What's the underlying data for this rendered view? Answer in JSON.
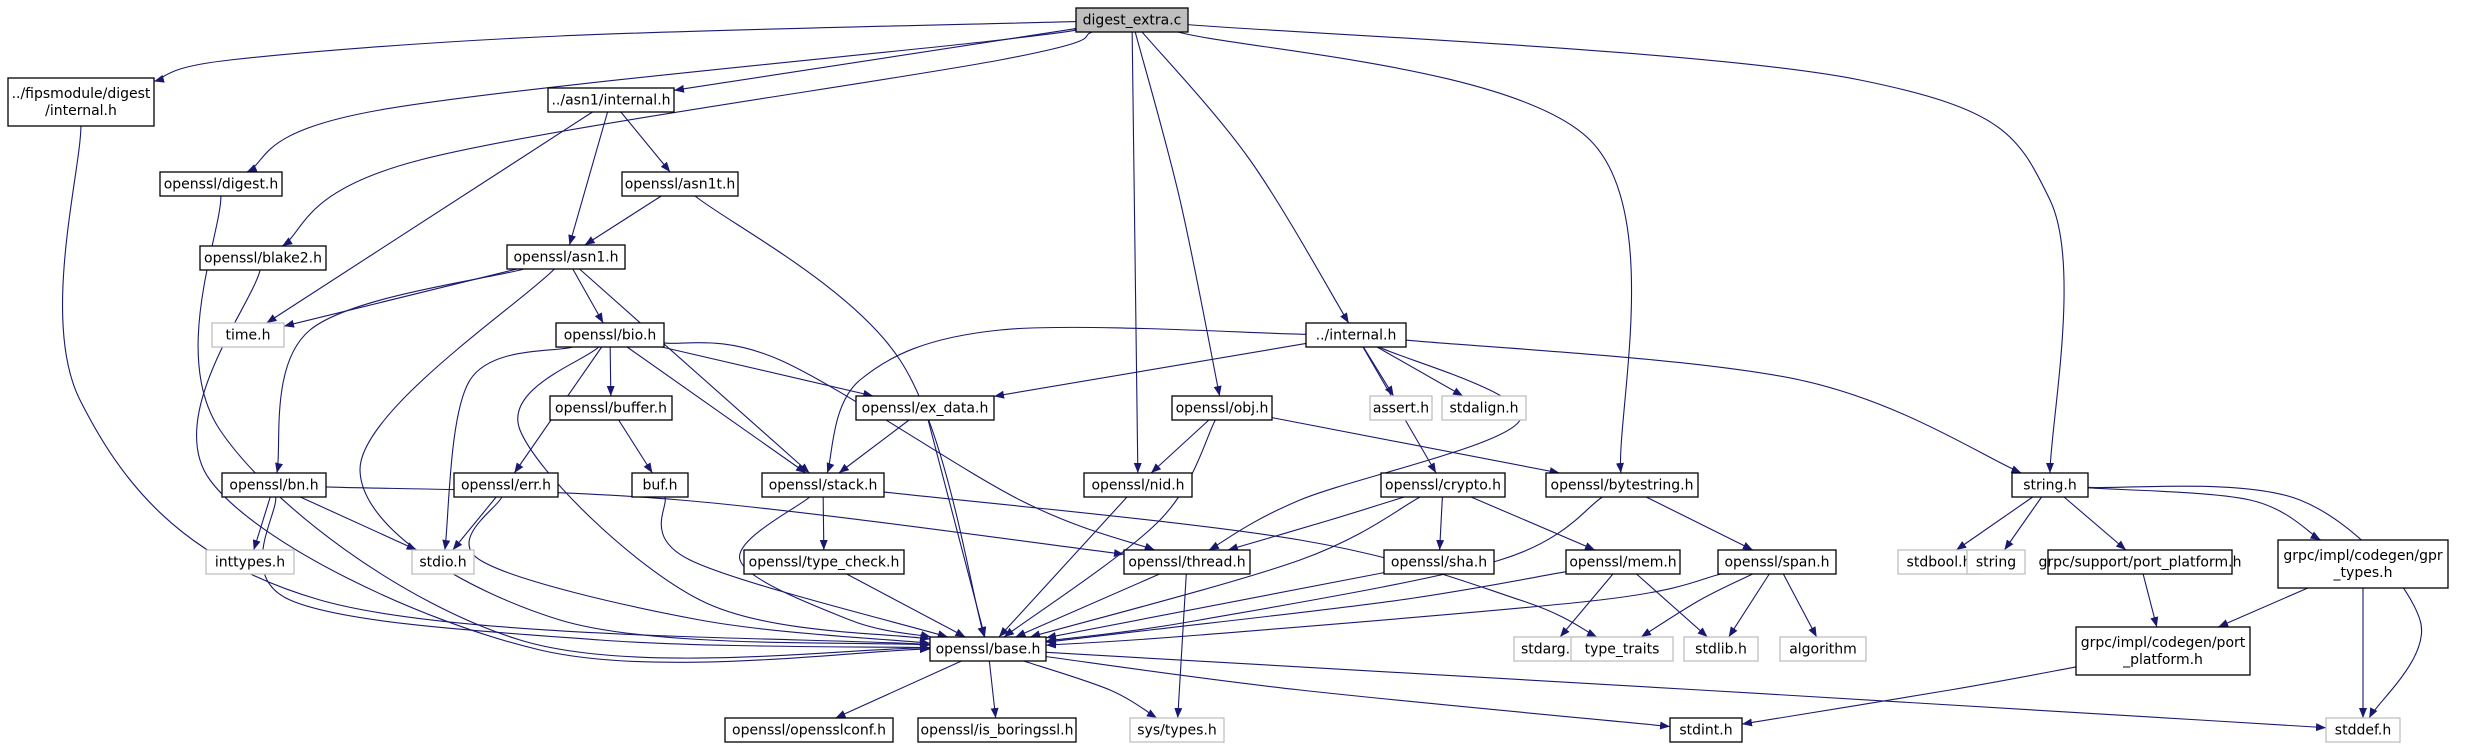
{
  "diagram": {
    "colors": {
      "edge": "#191970",
      "node_border": "#000000",
      "external_border": "#c0c0c0",
      "root_fill": "#bfbfbf",
      "node_fill": "#ffffff",
      "text": "#000000"
    },
    "nodes": [
      {
        "id": "root",
        "lines": [
          "digest_extra.c"
        ],
        "kind": "root"
      },
      {
        "id": "fips",
        "lines": [
          "../fipsmodule/digest",
          "/internal.h"
        ],
        "kind": "normal"
      },
      {
        "id": "asn1int",
        "lines": [
          "../asn1/internal.h"
        ],
        "kind": "normal"
      },
      {
        "id": "digest",
        "lines": [
          "openssl/digest.h"
        ],
        "kind": "normal"
      },
      {
        "id": "blake2",
        "lines": [
          "openssl/blake2.h"
        ],
        "kind": "normal"
      },
      {
        "id": "asn1t",
        "lines": [
          "openssl/asn1t.h"
        ],
        "kind": "normal"
      },
      {
        "id": "asn1",
        "lines": [
          "openssl/asn1.h"
        ],
        "kind": "normal"
      },
      {
        "id": "time",
        "lines": [
          "time.h"
        ],
        "kind": "external"
      },
      {
        "id": "bio",
        "lines": [
          "openssl/bio.h"
        ],
        "kind": "normal"
      },
      {
        "id": "internal",
        "lines": [
          "../internal.h"
        ],
        "kind": "normal"
      },
      {
        "id": "assert",
        "lines": [
          "assert.h"
        ],
        "kind": "external"
      },
      {
        "id": "stdalign",
        "lines": [
          "stdalign.h"
        ],
        "kind": "external"
      },
      {
        "id": "obj",
        "lines": [
          "openssl/obj.h"
        ],
        "kind": "normal"
      },
      {
        "id": "buffer",
        "lines": [
          "openssl/buffer.h"
        ],
        "kind": "normal"
      },
      {
        "id": "exdata",
        "lines": [
          "openssl/ex_data.h"
        ],
        "kind": "normal"
      },
      {
        "id": "bn",
        "lines": [
          "openssl/bn.h"
        ],
        "kind": "normal"
      },
      {
        "id": "err",
        "lines": [
          "openssl/err.h"
        ],
        "kind": "normal"
      },
      {
        "id": "buf",
        "lines": [
          "buf.h"
        ],
        "kind": "normal"
      },
      {
        "id": "stack",
        "lines": [
          "openssl/stack.h"
        ],
        "kind": "normal"
      },
      {
        "id": "nid",
        "lines": [
          "openssl/nid.h"
        ],
        "kind": "normal"
      },
      {
        "id": "crypto",
        "lines": [
          "openssl/crypto.h"
        ],
        "kind": "normal"
      },
      {
        "id": "bytestring",
        "lines": [
          "openssl/bytestring.h"
        ],
        "kind": "normal"
      },
      {
        "id": "string",
        "lines": [
          "string.h"
        ],
        "kind": "normal"
      },
      {
        "id": "inttypes",
        "lines": [
          "inttypes.h"
        ],
        "kind": "external"
      },
      {
        "id": "stdio",
        "lines": [
          "stdio.h"
        ],
        "kind": "external"
      },
      {
        "id": "typecheck",
        "lines": [
          "openssl/type_check.h"
        ],
        "kind": "normal"
      },
      {
        "id": "thread",
        "lines": [
          "openssl/thread.h"
        ],
        "kind": "normal"
      },
      {
        "id": "sha",
        "lines": [
          "openssl/sha.h"
        ],
        "kind": "normal"
      },
      {
        "id": "mem",
        "lines": [
          "openssl/mem.h"
        ],
        "kind": "normal"
      },
      {
        "id": "span",
        "lines": [
          "openssl/span.h"
        ],
        "kind": "normal"
      },
      {
        "id": "stdbool",
        "lines": [
          "stdbool.h"
        ],
        "kind": "external"
      },
      {
        "id": "stringx",
        "lines": [
          "string"
        ],
        "kind": "external"
      },
      {
        "id": "portplat",
        "lines": [
          "grpc/support/port_platform.h"
        ],
        "kind": "normal"
      },
      {
        "id": "gprtypes",
        "lines": [
          "grpc/impl/codegen/gpr",
          "_types.h"
        ],
        "kind": "normal"
      },
      {
        "id": "base",
        "lines": [
          "openssl/base.h"
        ],
        "kind": "normal"
      },
      {
        "id": "stdarg",
        "lines": [
          "stdarg.h"
        ],
        "kind": "external"
      },
      {
        "id": "typetraits",
        "lines": [
          "type_traits"
        ],
        "kind": "external"
      },
      {
        "id": "stdlib",
        "lines": [
          "stdlib.h"
        ],
        "kind": "external"
      },
      {
        "id": "algorithm",
        "lines": [
          "algorithm"
        ],
        "kind": "external"
      },
      {
        "id": "codegenport",
        "lines": [
          "grpc/impl/codegen/port",
          "_platform.h"
        ],
        "kind": "normal"
      },
      {
        "id": "opensslconf",
        "lines": [
          "openssl/opensslconf.h"
        ],
        "kind": "normal"
      },
      {
        "id": "isboring",
        "lines": [
          "openssl/is_boringssl.h"
        ],
        "kind": "normal"
      },
      {
        "id": "systypes",
        "lines": [
          "sys/types.h"
        ],
        "kind": "external"
      },
      {
        "id": "stdint",
        "lines": [
          "stdint.h"
        ],
        "kind": "normal"
      },
      {
        "id": "stddef",
        "lines": [
          "stddef.h"
        ],
        "kind": "external"
      }
    ],
    "edges": [
      [
        "root",
        "fips"
      ],
      [
        "root",
        "asn1int"
      ],
      [
        "root",
        "digest"
      ],
      [
        "root",
        "blake2"
      ],
      [
        "root",
        "nid"
      ],
      [
        "root",
        "obj"
      ],
      [
        "root",
        "internal"
      ],
      [
        "root",
        "bytestring"
      ],
      [
        "root",
        "string"
      ],
      [
        "fips",
        "base"
      ],
      [
        "asn1int",
        "time"
      ],
      [
        "asn1int",
        "asn1"
      ],
      [
        "asn1int",
        "asn1t"
      ],
      [
        "digest",
        "base"
      ],
      [
        "blake2",
        "base"
      ],
      [
        "asn1t",
        "asn1"
      ],
      [
        "asn1t",
        "base"
      ],
      [
        "asn1",
        "time"
      ],
      [
        "asn1",
        "bio"
      ],
      [
        "asn1",
        "bn"
      ],
      [
        "asn1",
        "stack"
      ],
      [
        "asn1",
        "base"
      ],
      [
        "bio",
        "buffer"
      ],
      [
        "bio",
        "err"
      ],
      [
        "bio",
        "exdata"
      ],
      [
        "bio",
        "stack"
      ],
      [
        "bio",
        "thread"
      ],
      [
        "bio",
        "stdio"
      ],
      [
        "bio",
        "base"
      ],
      [
        "internal",
        "assert"
      ],
      [
        "internal",
        "stdalign"
      ],
      [
        "internal",
        "crypto"
      ],
      [
        "internal",
        "exdata"
      ],
      [
        "internal",
        "stack"
      ],
      [
        "internal",
        "thread"
      ],
      [
        "internal",
        "string"
      ],
      [
        "obj",
        "nid"
      ],
      [
        "obj",
        "bytestring"
      ],
      [
        "obj",
        "base"
      ],
      [
        "buffer",
        "buf"
      ],
      [
        "exdata",
        "stack"
      ],
      [
        "exdata",
        "base"
      ],
      [
        "bn",
        "inttypes"
      ],
      [
        "bn",
        "stdio"
      ],
      [
        "bn",
        "thread"
      ],
      [
        "bn",
        "base"
      ],
      [
        "err",
        "stdio"
      ],
      [
        "err",
        "base"
      ],
      [
        "buf",
        "base"
      ],
      [
        "stack",
        "typecheck"
      ],
      [
        "stack",
        "typetraits"
      ],
      [
        "stack",
        "base"
      ],
      [
        "nid",
        "base"
      ],
      [
        "crypto",
        "sha"
      ],
      [
        "crypto",
        "mem"
      ],
      [
        "crypto",
        "thread"
      ],
      [
        "crypto",
        "base"
      ],
      [
        "bytestring",
        "span"
      ],
      [
        "bytestring",
        "base"
      ],
      [
        "string",
        "stdbool"
      ],
      [
        "string",
        "stringx"
      ],
      [
        "string",
        "portplat"
      ],
      [
        "string",
        "gprtypes"
      ],
      [
        "string",
        "stddef"
      ],
      [
        "typecheck",
        "base"
      ],
      [
        "thread",
        "systypes"
      ],
      [
        "thread",
        "base"
      ],
      [
        "sha",
        "base"
      ],
      [
        "mem",
        "stdarg"
      ],
      [
        "mem",
        "stdlib"
      ],
      [
        "mem",
        "base"
      ],
      [
        "span",
        "algorithm"
      ],
      [
        "span",
        "stdlib"
      ],
      [
        "span",
        "typetraits"
      ],
      [
        "span",
        "base"
      ],
      [
        "portplat",
        "codegenport"
      ],
      [
        "gprtypes",
        "codegenport"
      ],
      [
        "gprtypes",
        "stddef"
      ],
      [
        "codegenport",
        "stdint"
      ],
      [
        "base",
        "opensslconf"
      ],
      [
        "base",
        "isboring"
      ],
      [
        "base",
        "systypes"
      ],
      [
        "base",
        "stdint"
      ],
      [
        "base",
        "stddef"
      ]
    ]
  }
}
